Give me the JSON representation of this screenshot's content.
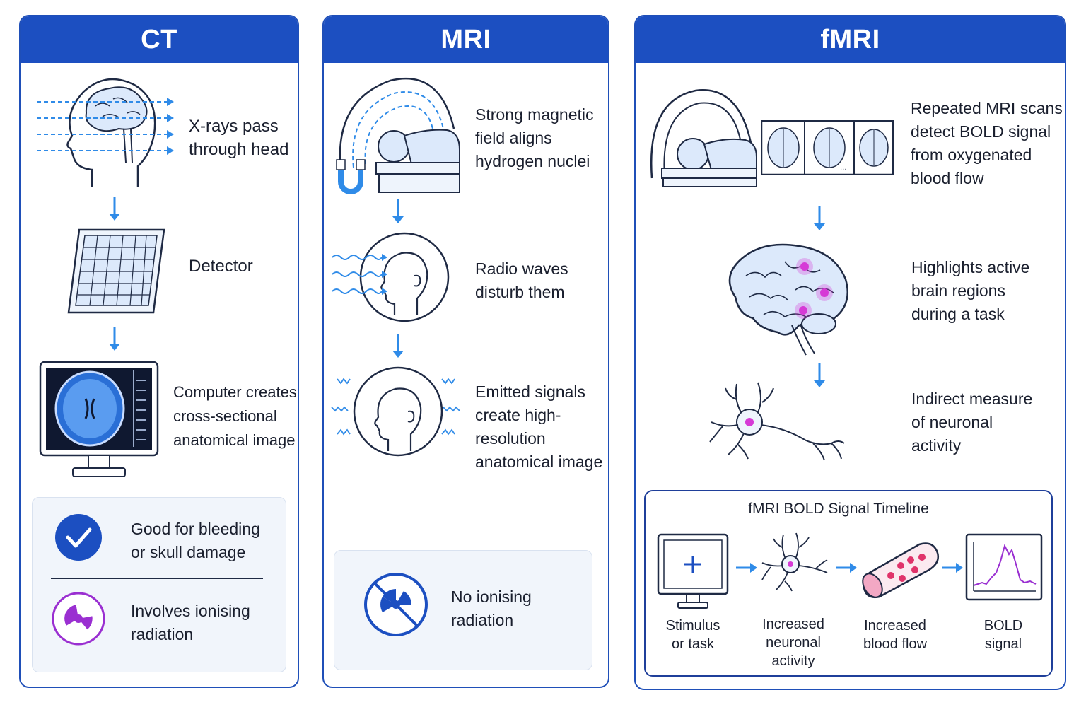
{
  "panels": {
    "ct": {
      "title": "CT",
      "steps": [
        "X-rays pass\nthrough head",
        "Detector",
        "Computer creates\ncross-sectional\nanatomical image"
      ],
      "pro": "Good for bleeding\nor skull damage",
      "con": "Involves ionising\nradiation"
    },
    "mri": {
      "title": "MRI",
      "steps": [
        "Strong magnetic\nfield aligns\nhydrogen nuclei",
        "Radio waves\ndisturb them",
        "Emitted signals\ncreate high-\nresolution\nanatomical image"
      ],
      "note": "No ionising\nradiation"
    },
    "fmri": {
      "title": "fMRI",
      "steps": [
        "Repeated MRI scans\ndetect BOLD signal\nfrom oxygenated\nblood flow",
        "Highlights active\nbrain regions\nduring a task",
        "Indirect measure\nof neuronal\nactivity"
      ],
      "timeline": {
        "title": "fMRI BOLD Signal Timeline",
        "stages": [
          "Stimulus\nor task",
          "Increased\nneuronal\nactivity",
          "Increased\nblood flow",
          "BOLD\nsignal"
        ]
      }
    }
  },
  "colors": {
    "header": "#1c4fc1",
    "accent_blue": "#2f8be8",
    "activation": "#d63ad6",
    "radiation": "#9a2fd1",
    "outline": "#1f2a44"
  }
}
